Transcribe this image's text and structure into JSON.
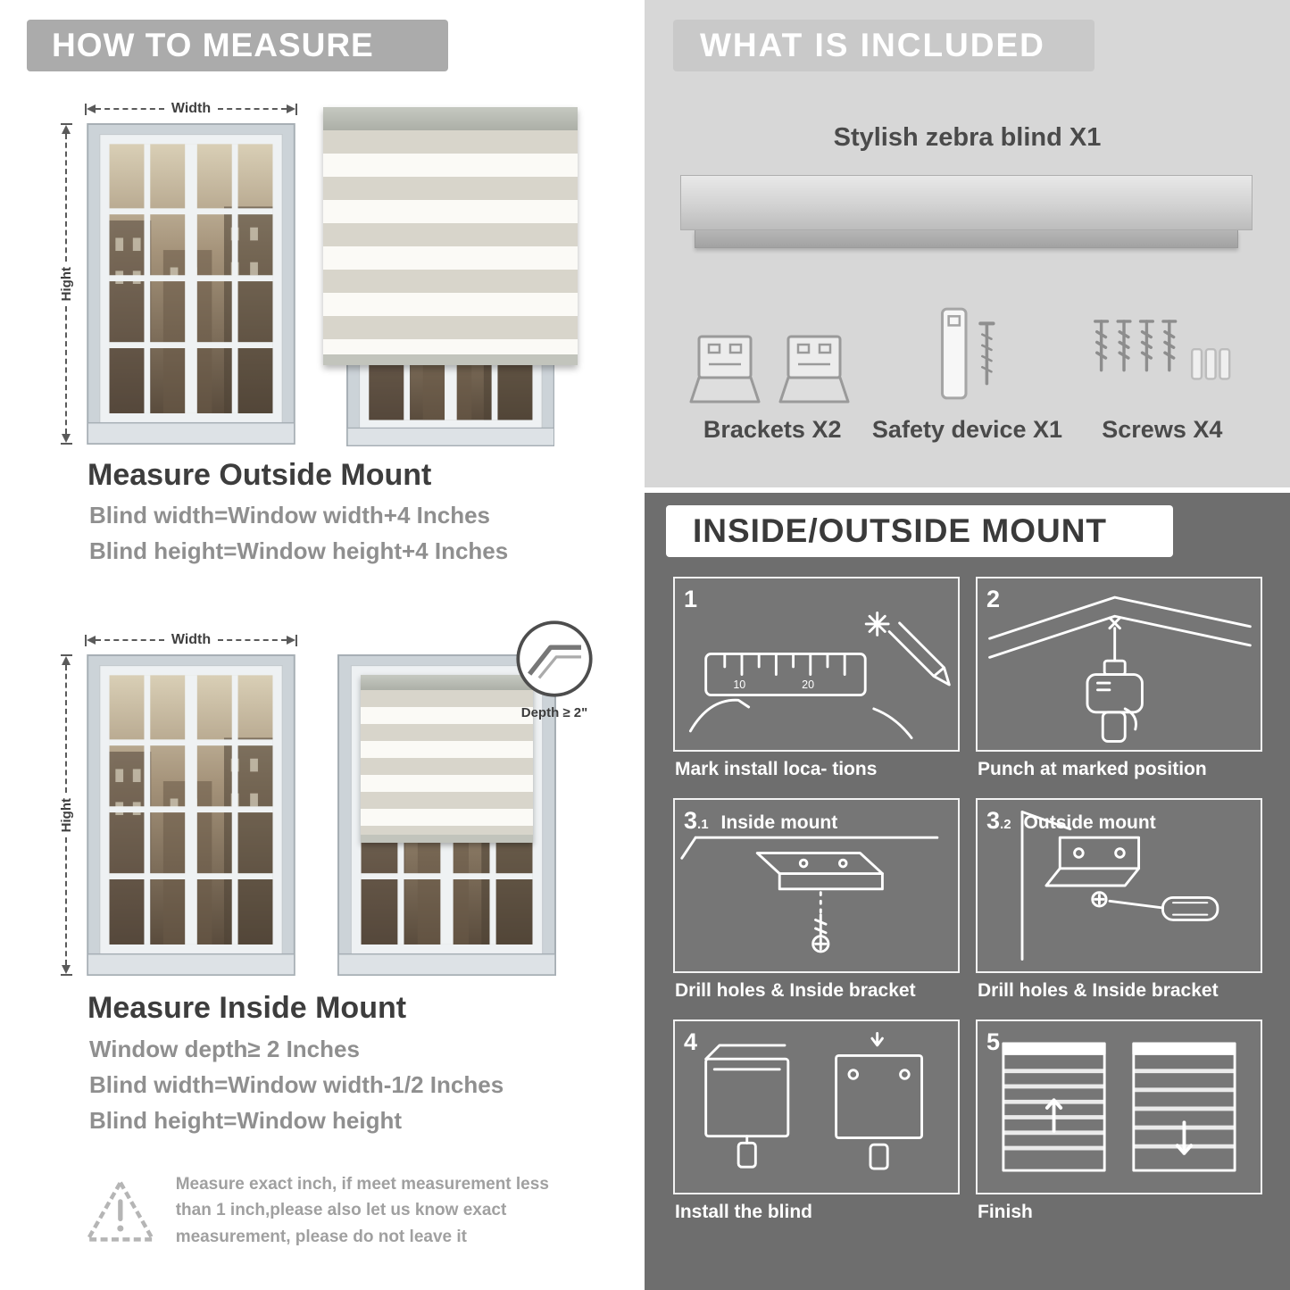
{
  "left": {
    "header": "HOW TO MEASURE",
    "outside": {
      "width_label": "Width",
      "height_label": "Hight",
      "title": "Measure Outside Mount",
      "lines": [
        "Blind width=Window width+4 Inches",
        "Blind height=Window height+4 Inches"
      ]
    },
    "inside": {
      "width_label": "Width",
      "height_label": "Hight",
      "depth_label": "Depth ≥ 2\"",
      "title": "Measure Inside Mount",
      "lines": [
        "Window depth≥ 2 Inches",
        "Blind width=Window width-1/2 Inches",
        "Blind height=Window height"
      ]
    },
    "note": "Measure exact inch, if meet measurement less than 1 inch,please also let us know exact measurement, please do not leave it"
  },
  "included": {
    "header": "WHAT IS INCLUDED",
    "blind_label": "Stylish zebra blind X1",
    "items": [
      {
        "label": "Brackets X2",
        "icon": "brackets-icon"
      },
      {
        "label": "Safety device X1",
        "icon": "safety-device-icon"
      },
      {
        "label": "Screws X4",
        "icon": "screws-icon"
      }
    ]
  },
  "mount": {
    "header": "INSIDE/OUTSIDE MOUNT",
    "steps": [
      {
        "num": "1",
        "sub": "",
        "title": "",
        "caption": "Mark install loca- tions"
      },
      {
        "num": "2",
        "sub": "",
        "title": "",
        "caption": "Punch at marked position"
      },
      {
        "num": "3",
        "sub": ".1",
        "title": "Inside mount",
        "caption": "Drill holes & Inside bracket"
      },
      {
        "num": "3",
        "sub": ".2",
        "title": "Outside mount",
        "caption": "Drill holes & Inside bracket"
      },
      {
        "num": "4",
        "sub": "",
        "title": "",
        "caption": "Install the blind"
      },
      {
        "num": "5",
        "sub": "",
        "title": "",
        "caption": "Finish"
      }
    ]
  },
  "colors": {
    "banner_gray": "#ababab",
    "included_panel": "#d7d7d7",
    "mount_panel": "#6e6e6e",
    "title_text": "#3d3d3d",
    "body_text": "#8f8f8f"
  }
}
